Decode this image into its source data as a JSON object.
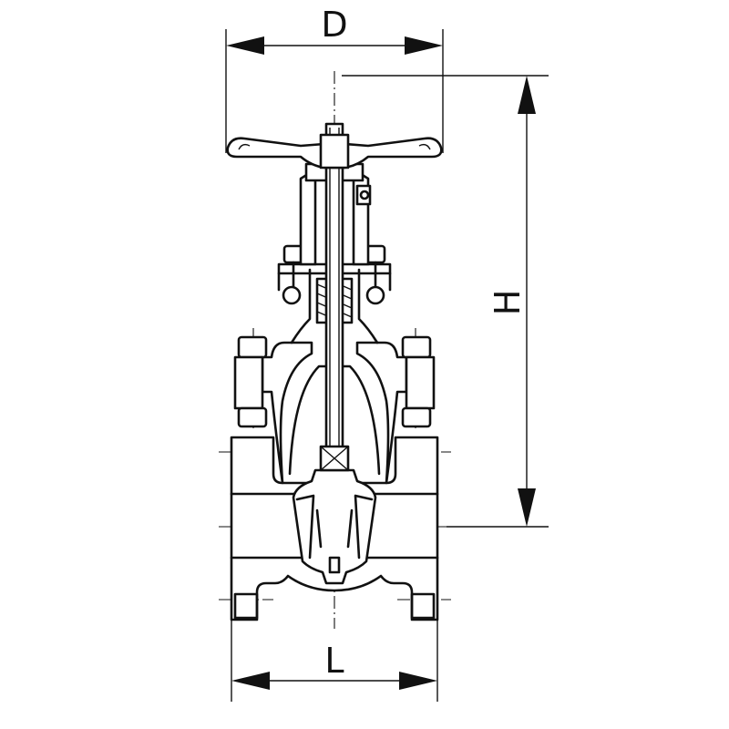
{
  "dimensions": {
    "top_width": "D",
    "height": "H",
    "face_to_face": "L"
  }
}
